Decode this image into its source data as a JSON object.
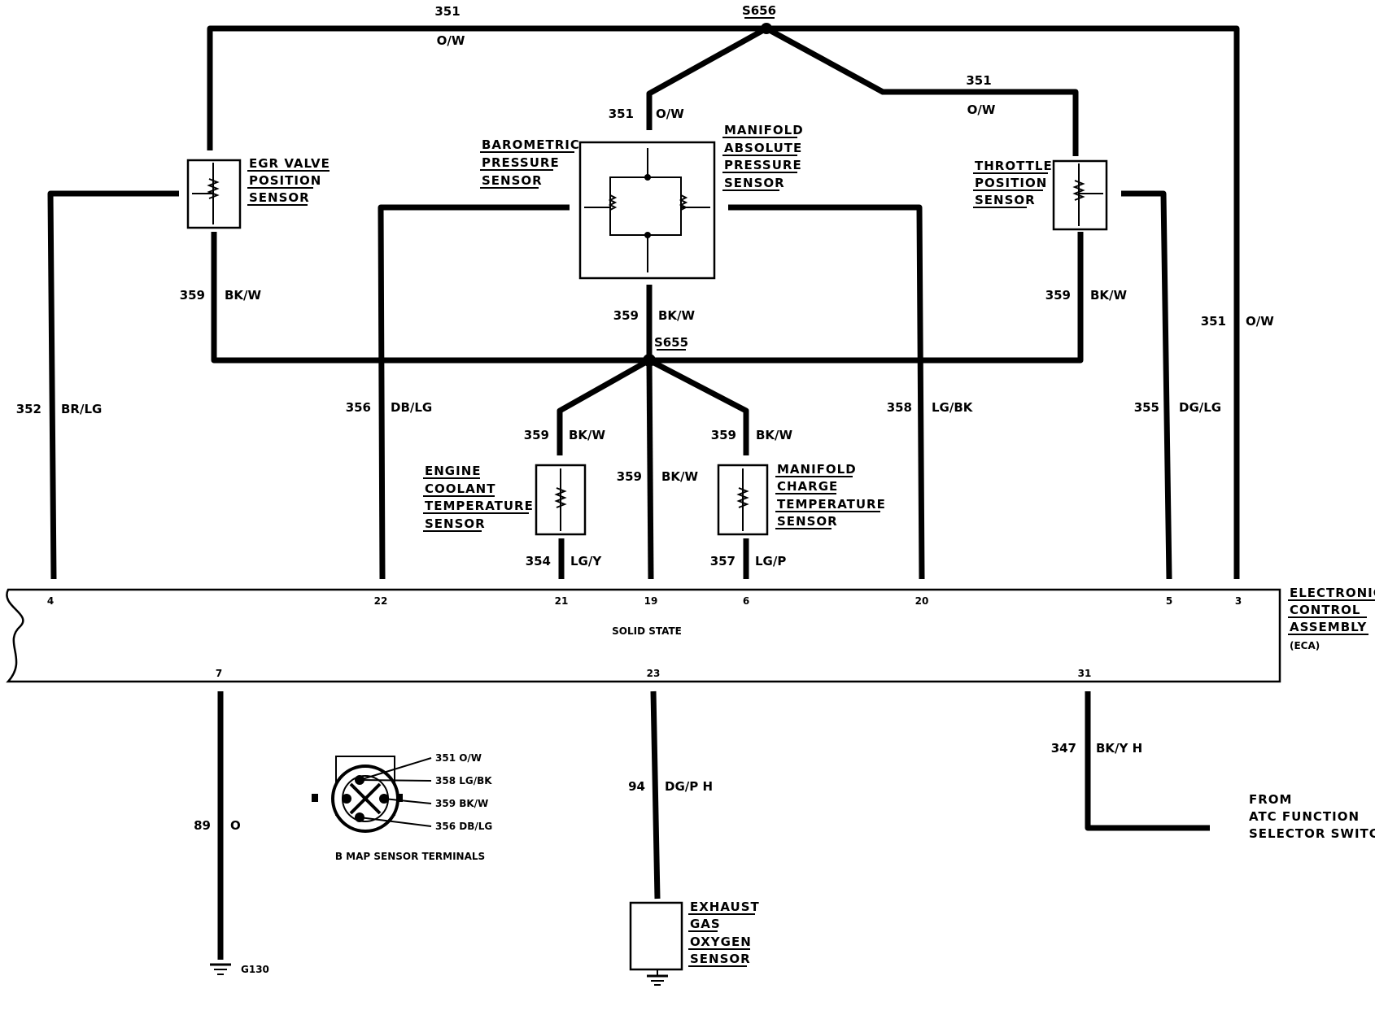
{
  "splices": {
    "top": "S656",
    "middle": "S655"
  },
  "wires": {
    "w351": "351",
    "ow": "O/W",
    "w359": "359",
    "bkw": "BK/W",
    "w352": "352",
    "brlg": "BR/LG",
    "w356": "356",
    "dblg": "DB/LG",
    "w358": "358",
    "lgbk": "LG/BK",
    "w355": "355",
    "dglg": "DG/LG",
    "w354": "354",
    "lgy": "LG/Y",
    "w357": "357",
    "lgp": "LG/P",
    "w89": "89",
    "o": "O",
    "w94": "94",
    "dgph": "DG/P H",
    "w347": "347",
    "bkyh": "BK/Y H"
  },
  "components": {
    "egr": [
      "EGR VALVE",
      "POSITION",
      "SENSOR"
    ],
    "baro": [
      "BAROMETRIC",
      "PRESSURE",
      "SENSOR"
    ],
    "map": [
      "MANIFOLD",
      "ABSOLUTE",
      "PRESSURE",
      "SENSOR"
    ],
    "tps": [
      "THROTTLE",
      "POSITION",
      "SENSOR"
    ],
    "ect": [
      "ENGINE",
      "COOLANT",
      "TEMPERATURE",
      "SENSOR"
    ],
    "mct": [
      "MANIFOLD",
      "CHARGE",
      "TEMPERATURE",
      "SENSOR"
    ],
    "ego": [
      "EXHAUST",
      "GAS",
      "OXYGEN",
      "SENSOR"
    ],
    "eca": [
      "ELECTRONIC",
      "CONTROL",
      "ASSEMBLY",
      "(ECA)"
    ],
    "atc": [
      "FROM",
      "ATC FUNCTION",
      "SELECTOR SWITCH"
    ]
  },
  "eca_body": "SOLID STATE",
  "pins": {
    "p4": "4",
    "p22": "22",
    "p21": "21",
    "p19": "19",
    "p6": "6",
    "p20": "20",
    "p5": "5",
    "p3": "3",
    "p7": "7",
    "p23": "23",
    "p31": "31"
  },
  "ground": "G130",
  "map_terminals": {
    "caption": "B MAP SENSOR TERMINALS",
    "items": [
      "351 O/W",
      "358 LG/BK",
      "359 BK/W",
      "356 DB/LG"
    ]
  }
}
